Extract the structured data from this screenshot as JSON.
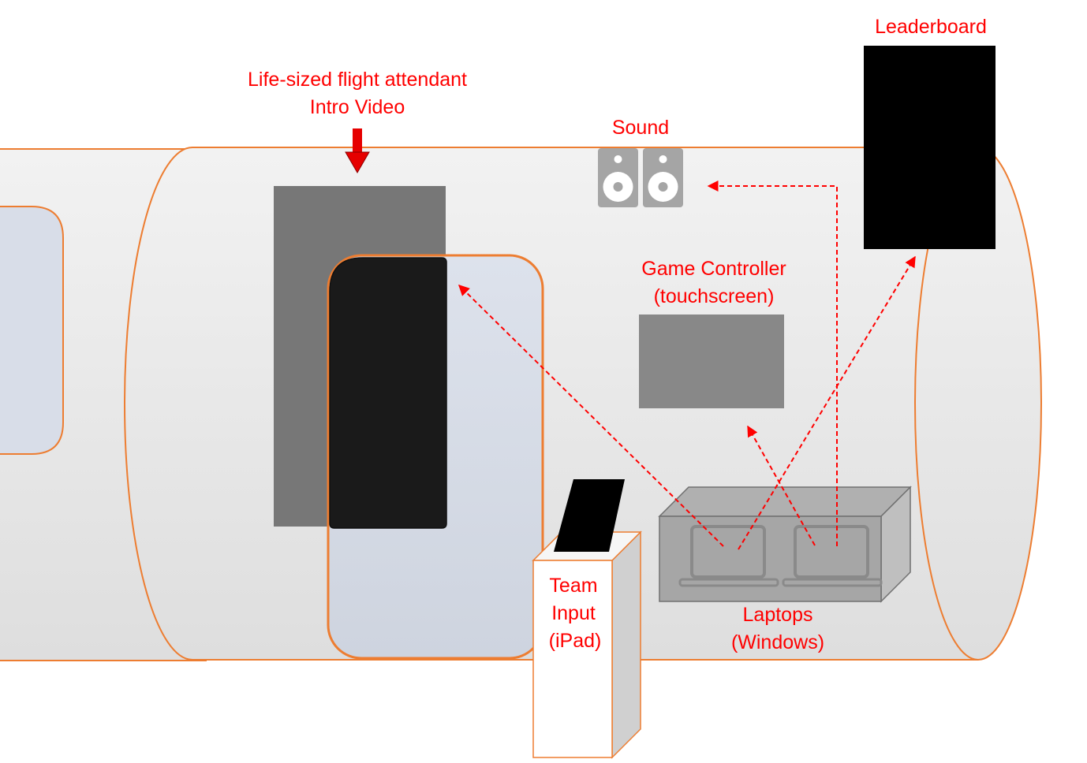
{
  "labels": {
    "flight_attendant_line1": "Life-sized flight attendant",
    "flight_attendant_line2": "Intro Video",
    "sound": "Sound",
    "leaderboard": "Leaderboard",
    "game_controller_line1": "Game Controller",
    "game_controller_line2": "(touchscreen)",
    "team_input_line1": "Team",
    "team_input_line2": "Input",
    "team_input_line3": "(iPad)",
    "laptops_line1": "Laptops",
    "laptops_line2": "(Windows)"
  },
  "colors": {
    "label": "#ff0000",
    "fuselage_outline": "#ed7d31",
    "fuselage_fill": "#eeeeee",
    "door_fill": "#d6dbe6",
    "video_screen": "#777777",
    "dark_panel": "#1a1a1a",
    "leaderboard": "#000000",
    "touchscreen": "#888888",
    "arrow": "#ff0000"
  },
  "icons": {
    "speakers": "speaker-icon",
    "laptops": "laptop-icon",
    "down_arrow": "down-arrow-icon"
  }
}
